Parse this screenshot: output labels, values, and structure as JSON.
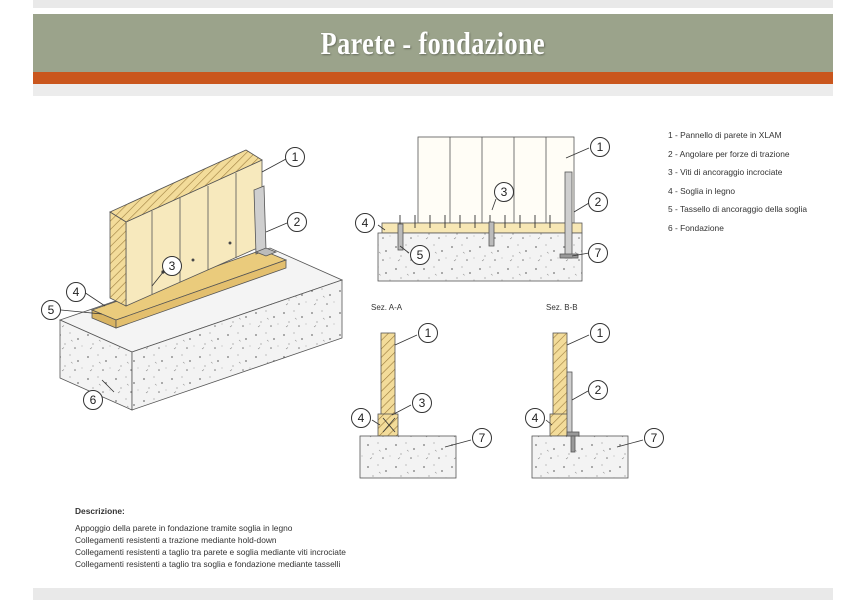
{
  "slide": {
    "title": "Parete - fondazione"
  },
  "legend": [
    "1 - Pannello di parete in XLAM",
    "2 - Angolare per forze di trazione",
    "3 - Viti di ancoraggio incrociate",
    "4 - Soglia in legno",
    "5 - Tassello di ancoraggio della soglia",
    "6 - Fondazione"
  ],
  "sections": {
    "a": "Sez. A-A",
    "b": "Sez. B-B"
  },
  "callouts": [
    "1",
    "2",
    "3",
    "4",
    "5",
    "6",
    "7"
  ],
  "description": {
    "title": "Descrizione:",
    "lines": [
      "Appoggio della parete in fondazione tramite soglia in legno",
      "Collegamenti resistenti a trazione mediante hold-down",
      "Collegamenti resistenti a taglio tra parete e soglia mediante viti incrociate",
      "Collegamenti resistenti a taglio tra soglia e fondazione mediante tasselli"
    ]
  },
  "colors": {
    "title_band": "#9ba38b",
    "accent": "#c9561d",
    "wood": "#f3dc9a",
    "concrete": "#f2f2f2"
  }
}
